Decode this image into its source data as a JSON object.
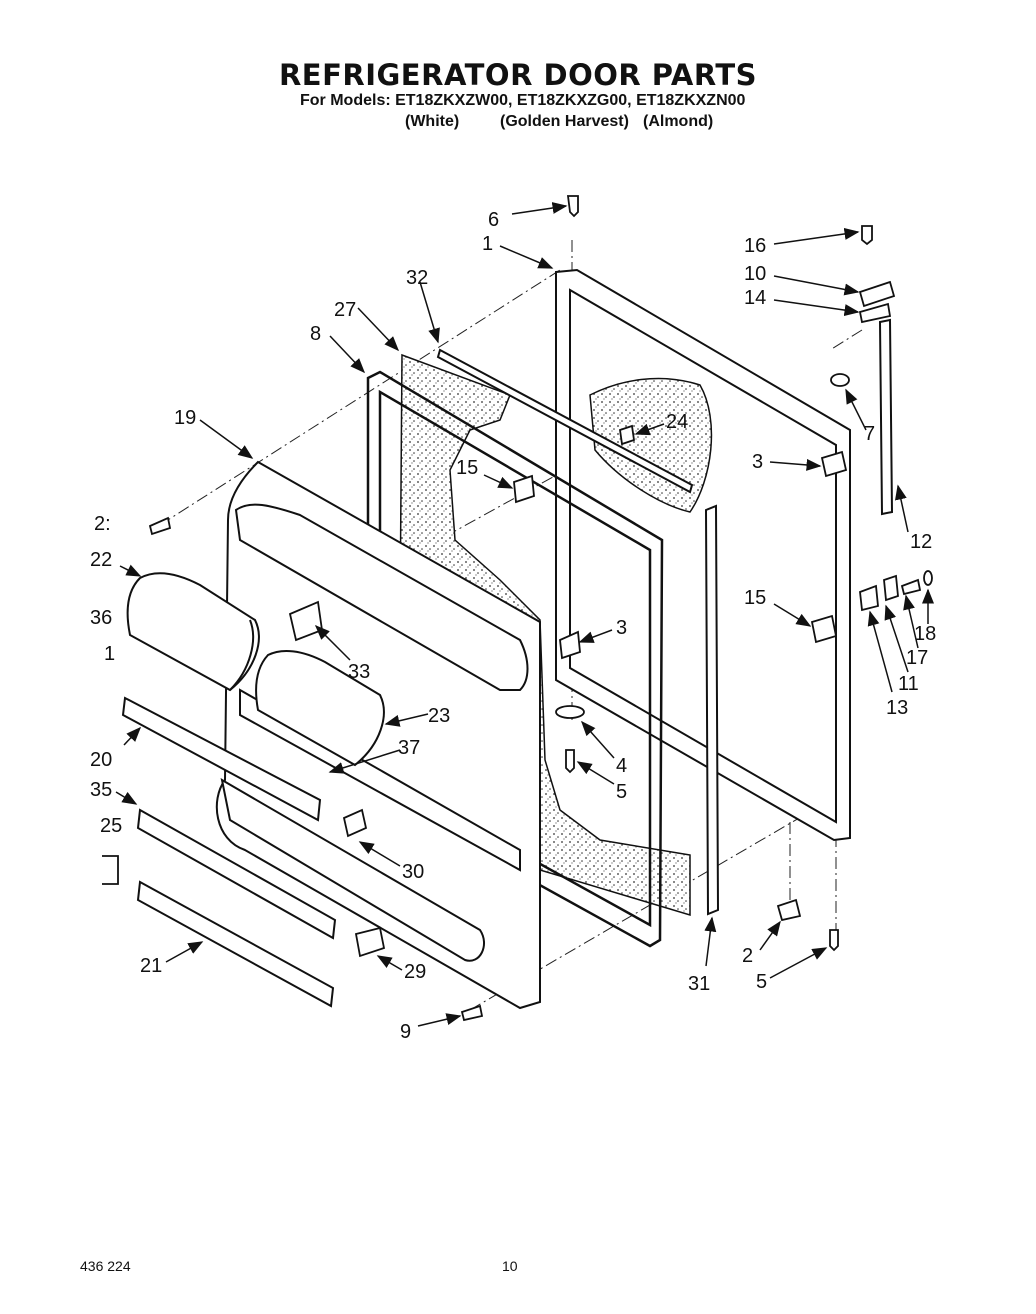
{
  "header": {
    "title": "REFRIGERATOR DOOR PARTS",
    "models_line": "For Models: ET18ZKXZW00, ET18ZKXZG00, ET18ZKXZN00",
    "variants": [
      "(White)",
      "(Golden Harvest)",
      "(Almond)"
    ]
  },
  "callouts": [
    "1",
    "2",
    "3",
    "3",
    "4",
    "5",
    "5",
    "6",
    "7",
    "8",
    "9",
    "10",
    "11",
    "12",
    "13",
    "14",
    "15",
    "15",
    "16",
    "17",
    "18",
    "19",
    "2:",
    "22",
    "36",
    "1",
    "20",
    "35",
    "25",
    "21",
    "23",
    "24",
    "27",
    "29",
    "30",
    "31",
    "32",
    "33",
    "37"
  ],
  "footer": {
    "doc_number": "436  224",
    "page_number": "10"
  }
}
